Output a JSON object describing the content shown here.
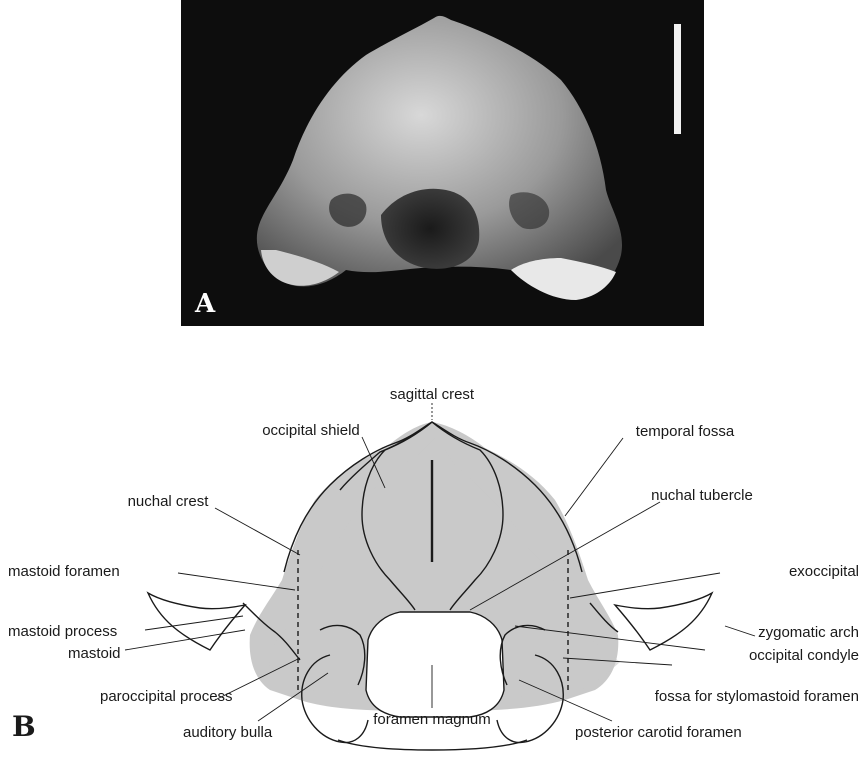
{
  "panels": {
    "photo_letter": "A",
    "diagram_letter": "B"
  },
  "labels": {
    "sagittal_crest": "sagittal crest",
    "occipital_shield": "occipital shield",
    "temporal_fossa": "temporal fossa",
    "nuchal_crest": "nuchal crest",
    "nuchal_tubercle": "nuchal tubercle",
    "mastoid_foramen": "mastoid foramen",
    "exoccipital": "exoccipital",
    "mastoid_process": "mastoid process",
    "zygomatic_arch": "zygomatic arch",
    "mastoid": "mastoid",
    "occipital_condyle": "occipital condyle",
    "paroccipital_process": "paroccipital process",
    "fossa_stylomastoid": "fossa for stylomastoid foramen",
    "auditory_bulla": "auditory bulla",
    "foramen_magnum": "foramen magnum",
    "posterior_carotid": "posterior carotid foramen"
  },
  "colors": {
    "photo_background": "#0d0d0d",
    "bone_fill": "#c9c9c9",
    "outline": "#1a1a1a"
  }
}
